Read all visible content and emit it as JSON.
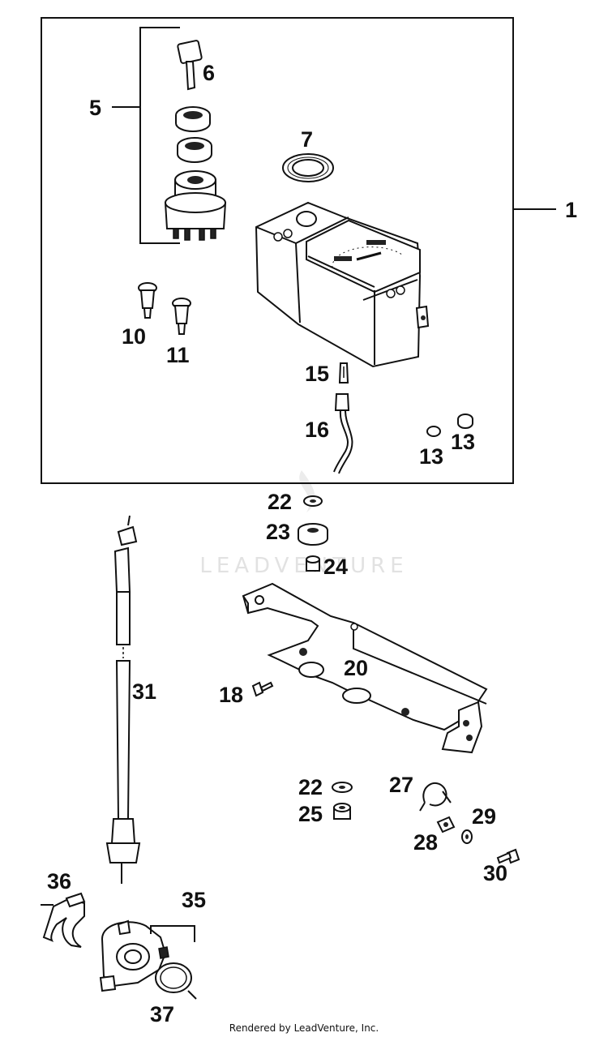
{
  "watermark": "LEADVENTURE",
  "footer": "Rendered by LeadVenture, Inc.",
  "callouts": {
    "c1": "1",
    "c5": "5",
    "c6": "6",
    "c7": "7",
    "c10": "10",
    "c11": "11",
    "c13a": "13",
    "c13b": "13",
    "c15": "15",
    "c16": "16",
    "c18": "18",
    "c20": "20",
    "c22a": "22",
    "c22b": "22",
    "c23": "23",
    "c24": "24",
    "c25": "25",
    "c27": "27",
    "c28": "28",
    "c29": "29",
    "c30": "30",
    "c31": "31",
    "c35": "35",
    "c36": "36",
    "c37": "37"
  }
}
